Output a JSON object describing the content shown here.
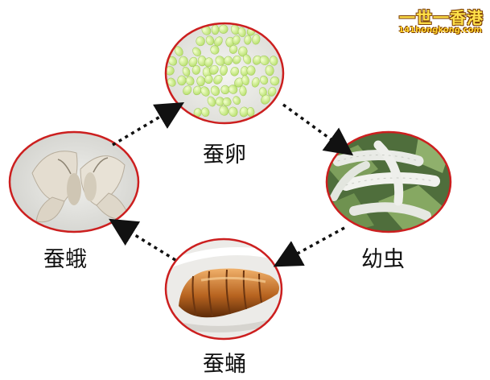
{
  "watermark": {
    "title": "一世一香港",
    "url": "141hongkong.com"
  },
  "colors": {
    "ring": "#cc1f1f",
    "arrow": "#111111"
  },
  "stages": [
    {
      "key": "egg",
      "label": "蚕卵"
    },
    {
      "key": "larva",
      "label": "幼虫"
    },
    {
      "key": "pupa",
      "label": "蚕蛹"
    },
    {
      "key": "moth",
      "label": "蚕蛾"
    }
  ]
}
